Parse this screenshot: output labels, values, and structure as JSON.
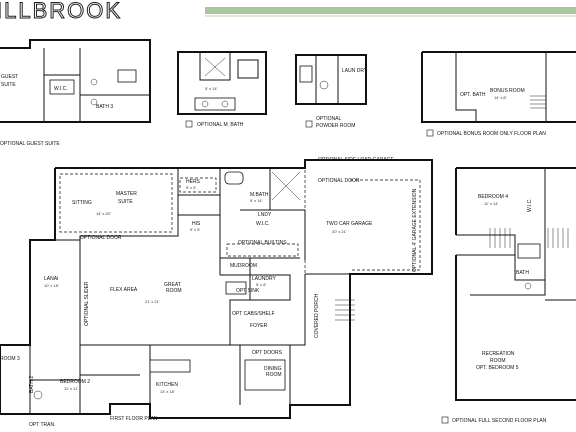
{
  "brand": {
    "name": "ILLBROOK"
  },
  "accent": {
    "green": "#a9c79a"
  },
  "insets": {
    "guest_suite": {
      "room_guest": "GUEST",
      "room_suite": "SUITE",
      "room_wic": "W.I.C.",
      "room_bath": "BATH 3",
      "caption": "OPTIONAL GUEST SUITE"
    },
    "m_bath": {
      "dim": "5' x 14'",
      "caption": "OPTIONAL M. BATH"
    },
    "powder": {
      "room": "LAUN DRY",
      "caption_1": "OPTIONAL",
      "caption_2": "POWDER ROOM"
    },
    "bonus": {
      "room": "BONUS ROOM",
      "dim": "14' x 8'",
      "room_bath": "OPT. BATH",
      "caption": "OPTIONAL BONUS ROOM ONLY FLOOR PLAN"
    }
  },
  "first_floor": {
    "rooms": {
      "sitting": "SITTING",
      "master": "MASTER",
      "master_suite": "SUITE",
      "master_dim": "14' x 20'",
      "hers": "HERS",
      "hers_dim": "5' x 5'",
      "his": "HIS",
      "his_dim": "5' x 5'",
      "mbath": "M.BATH",
      "mbath_dim": "9' x 14'",
      "garage": "TWO CAR GARAGE",
      "garage_dim": "20' x 21'",
      "lanai": "LANAI",
      "lanai_dim": "10' x 18'",
      "flex": "FLEX AREA",
      "great": "GREAT",
      "great_room": "ROOM",
      "great_dim": "21' x 21'",
      "laundry": "LAUNDRY",
      "laundry_dim": "5' x 8'",
      "mudroom": "MUDROOM",
      "foyer": "FOYER",
      "kitchen": "KITCHEN",
      "kitchen_dim": "13' x 18'",
      "dining": "DINING",
      "dining_room": "ROOM",
      "bedroom2": "BEDROOM 2",
      "bedroom2_dim": "11' x 11'",
      "bedroom3": "ROOM 3",
      "bath2": "BATH 2",
      "lndy": "LNDY",
      "wic": "W.I.C."
    },
    "notes": {
      "side_garage": "OPTIONAL SIDE LOAD GARAGE",
      "opt_door_garage": "OPTIONAL DOOR",
      "opt_door_master": "OPTIONAL DOOR",
      "opt_builtins": "OPTIONAL BUILTINS",
      "opt_sink": "OPT SINK",
      "opt_cabshelf": "OPT CABS/SHELF",
      "opt_doors": "OPT DOORS",
      "opt_slider": "OPTIONAL SLIDER",
      "opt_tran": "OPT TRAN.",
      "covered_porch": "COVERED PORCH",
      "garage_ext": "OPTIONAL 4' GARAGE EXTENSION"
    },
    "caption": "FIRST FLOOR PLAN"
  },
  "second_floor": {
    "rooms": {
      "bedroom4": "BEDROOM 4",
      "bedroom4_dim": "11' x 14'",
      "wic": "W.I.C.",
      "bath": "BATH",
      "recreation": "RECREATION",
      "recreation_room": "ROOM",
      "opt_bedroom": "OPT. BEDROOM 5"
    },
    "caption": "OPTIONAL FULL SECOND FLOOR PLAN"
  }
}
